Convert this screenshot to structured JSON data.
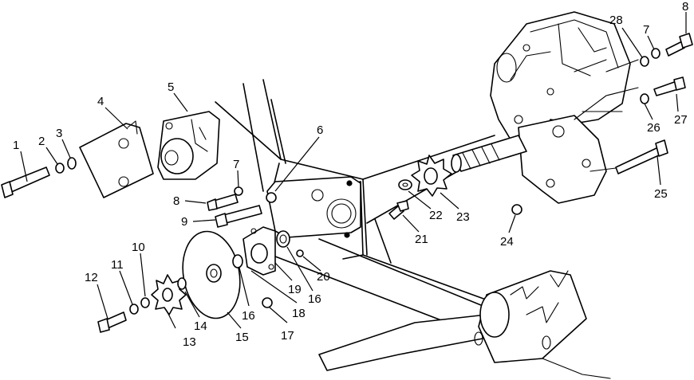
{
  "callouts": [
    "1",
    "2",
    "3",
    "4",
    "5",
    "6",
    "7",
    "8",
    "9",
    "10",
    "11",
    "12",
    "13",
    "14",
    "15",
    "16",
    "16",
    "17",
    "18",
    "19",
    "20",
    "21",
    "22",
    "23",
    "24",
    "25",
    "26",
    "27",
    "28",
    "7",
    "8"
  ]
}
